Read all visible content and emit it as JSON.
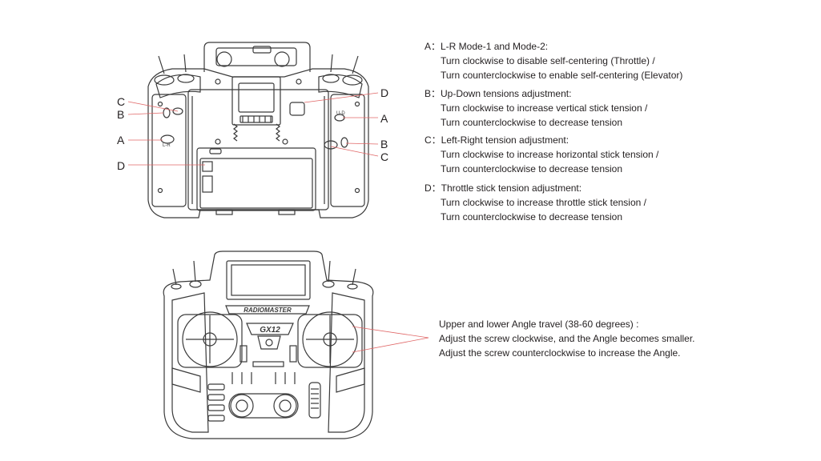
{
  "callouts": {
    "c_left": "C",
    "b_left": "B",
    "a_left": "A",
    "d_left": "D",
    "d_right": "D",
    "a_right": "A",
    "b_right": "B",
    "c_right": "C"
  },
  "device_labels": {
    "lr_mark": "L-R",
    "ud_mark": "U-D",
    "brand": "RADIOMASTER",
    "model": "GX12"
  },
  "adjustments": [
    {
      "head": "A：L-R Mode-1 and Mode-2:",
      "lines": [
        "Turn clockwise to disable self-centering (Throttle) /",
        "Turn counterclockwise to enable self-centering (Elevator)"
      ]
    },
    {
      "head": "B：Up-Down tensions adjustment:",
      "lines": [
        "Turn clockwise to increase vertical stick tension /",
        "Turn counterclockwise to decrease tension"
      ]
    },
    {
      "head": "C：Left-Right tension adjustment:",
      "lines": [
        "Turn clockwise to increase horizontal stick tension /",
        "Turn counterclockwise to decrease tension"
      ]
    },
    {
      "head": "D：Throttle stick tension adjustment:",
      "lines": [
        "Turn clockwise to increase throttle stick tension /",
        "Turn counterclockwise to decrease tension"
      ]
    }
  ],
  "angle_note": {
    "title": "Upper and lower Angle travel (38-60 degrees) :",
    "line1": "Adjust the screw clockwise, and the Angle becomes smaller.",
    "line2": "Adjust the screw counterclockwise to increase the Angle."
  },
  "colors": {
    "stroke": "#3a3a3a",
    "leader": "#e06666",
    "text": "#231f20"
  }
}
